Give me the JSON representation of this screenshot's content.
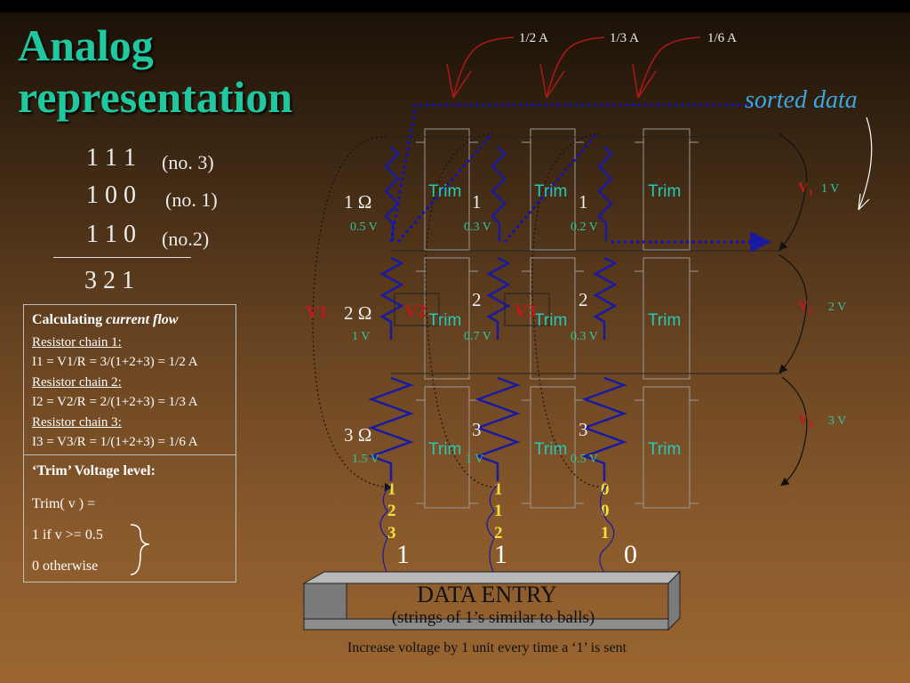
{
  "title": {
    "line1": "Analog",
    "line2": "representation"
  },
  "numbers": {
    "row1": "1 1 1",
    "row1_note": "(no. 3)",
    "row2": "1 0 0",
    "row2_note": "(no. 1)",
    "row3": "1 1 0",
    "row3_note": "(no.2)",
    "sum": "3 2 1"
  },
  "current_box": {
    "heading_plain": "Calculating ",
    "heading_italic": "current flow",
    "chain1_label": "Resistor chain 1:",
    "chain1_eq": "I1 = V1/R = 3/(1+2+3) = 1/2 A",
    "chain2_label": "Resistor chain 2:",
    "chain2_eq": "I2 = V2/R = 2/(1+2+3) = 1/3 A",
    "chain3_label": "Resistor chain 3:",
    "chain3_eq": "I3 = V3/R = 1/(1+2+3) = 1/6 A"
  },
  "trim_box": {
    "heading": "‘Trim’ Voltage level:",
    "line1": "Trim( v ) =",
    "line2": "1 if  v >=  0.5",
    "line3": "0 otherwise"
  },
  "currents": [
    "1/2 A",
    "1/3 A",
    "1/6 A"
  ],
  "sorted_label": "sorted data",
  "trim_label": "Trim",
  "row_voltages": {
    "v1_name": "V",
    "v1_sub": "1",
    "v1_value": "1 V",
    "v2_name": "V",
    "v2_sub": "2",
    "v2_value": "2 V",
    "v3_name": "V",
    "v3_sub": "3",
    "v3_value": "3 V"
  },
  "chain_labels": {
    "v1": "V1",
    "v2": "V2",
    "v3": "V3"
  },
  "resistors": {
    "chain1": {
      "r1": "1 Ω",
      "r2": "2 Ω",
      "r3": "3 Ω",
      "v1": "0.5 V",
      "v2": "1 V",
      "v3": "1.5 V"
    },
    "chain2": {
      "r1": "1",
      "r2": "2",
      "r3": "3",
      "v1": "0.3 V",
      "v2": "0.7 V",
      "v3": "1 V"
    },
    "chain3": {
      "r1": "1",
      "r2": "2",
      "r3": "3",
      "v1": "0.2 V",
      "v2": "0.3 V",
      "v3": "0.5 V"
    }
  },
  "balls": {
    "chain1": [
      "1",
      "2",
      "3"
    ],
    "chain2": [
      "1",
      "1",
      "2"
    ],
    "chain3": [
      "0",
      "0",
      "1"
    ]
  },
  "bits": [
    "1",
    "1",
    "0"
  ],
  "data_entry": {
    "title": "DATA ENTRY",
    "subtitle": "(strings of 1’s similar to balls)",
    "caption": "Increase voltage by 1 unit every time a ‘1’ is sent"
  },
  "colors": {
    "title": "#20c8a0",
    "resistor": "#1a1aa0",
    "trim_text": "#28c8b8",
    "voltage_label": "#30c8a0",
    "chain_label": "#c01818",
    "ball_text": "#f0e040",
    "red_arrow": "#b01818"
  }
}
